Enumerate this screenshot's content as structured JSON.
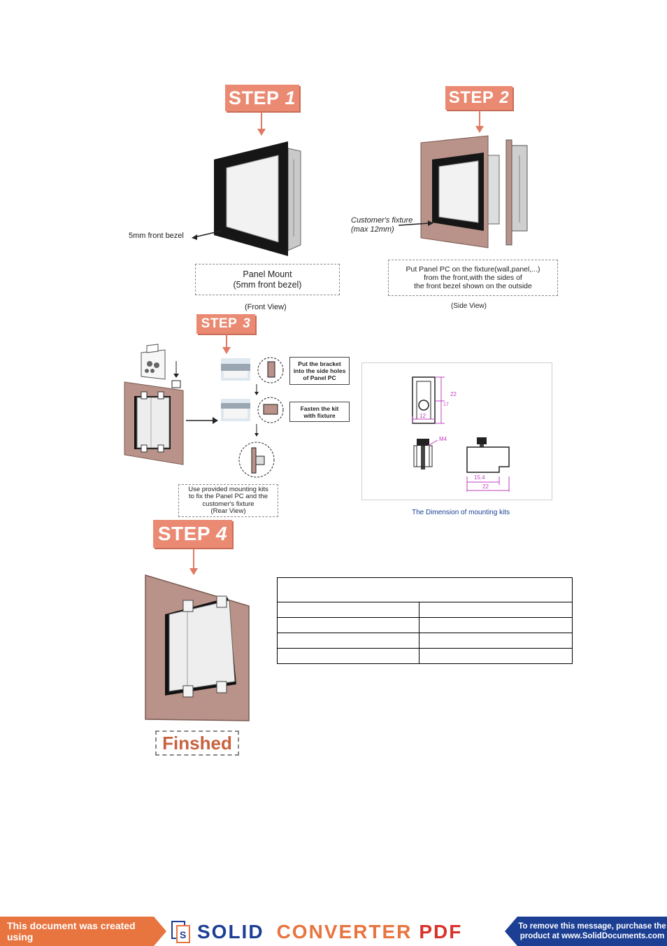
{
  "step1": {
    "badge_word": "STEP",
    "badge_num": "1",
    "bezel_label": "5mm front bezel",
    "mount_box": [
      "Panel Mount",
      "(5mm front bezel)"
    ],
    "view_caption": "(Front View)"
  },
  "step2": {
    "badge_word": "STEP",
    "badge_num": "2",
    "fixture_label": [
      "Customer's fixture",
      "(max 12mm)"
    ],
    "instruction_box": [
      "Put Panel PC on the fixture(wall,panel,...)",
      "from the front,with the sides of",
      "the front bezel shown on the outside"
    ],
    "view_caption": "(Side View)"
  },
  "step3": {
    "badge_word": "STEP",
    "badge_num": "3",
    "box_a": [
      "Put the bracket",
      "into the side holes",
      "of Panel PC"
    ],
    "box_b": [
      "Fasten the kit",
      "with fixture"
    ],
    "use_box": [
      "Use provided mounting kits",
      "to fix the Panel PC and the",
      "customer's fixture",
      "(Rear View)"
    ]
  },
  "dimension": {
    "caption": "The Dimension of mounting kits",
    "dims": {
      "w12": "12",
      "h22": "22",
      "h17": "17",
      "m4": "M4",
      "w154": "15.4",
      "w22": "22"
    }
  },
  "step4": {
    "badge_word": "STEP",
    "badge_num": "4",
    "finished": "Finshed"
  },
  "footer": {
    "left_text": "This document was created using",
    "brand_solid": "SOLID",
    "brand_converter": "CONVERTER",
    "brand_pdf": "PDF",
    "right_text": [
      "To remove this message, purchase the",
      "product at www.SolidDocuments.com"
    ]
  },
  "colors": {
    "step_badge": "#ea8a73",
    "fixture": "#b99289",
    "footer_orange": "#e8743f",
    "footer_blue": "#1c3f94",
    "dim_magenta": "#c040c0"
  }
}
